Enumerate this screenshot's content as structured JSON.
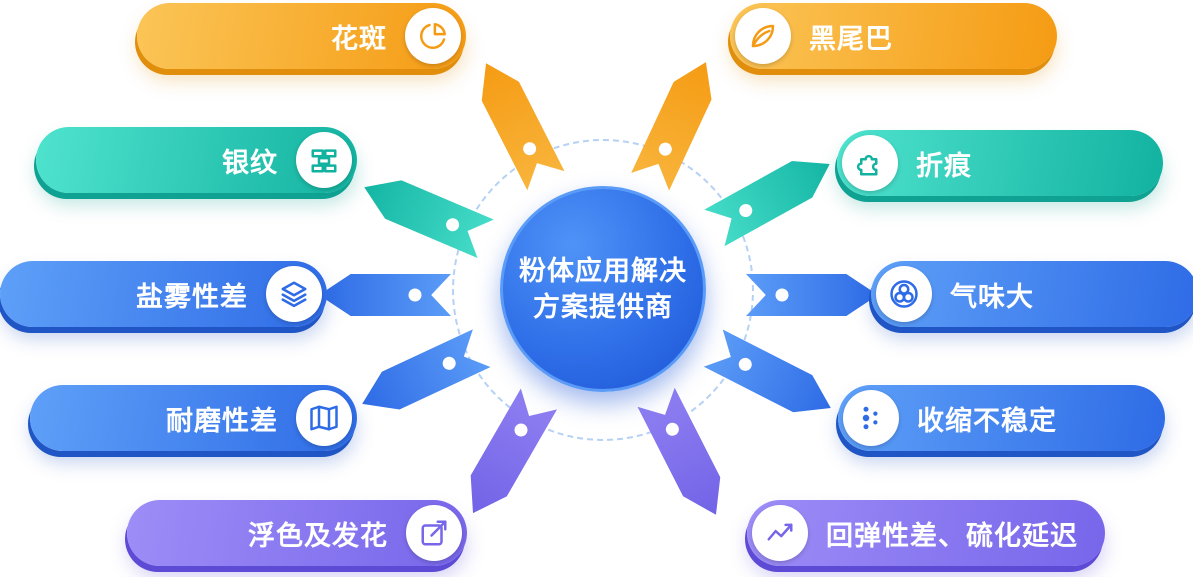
{
  "center": {
    "title_line1": "粉体应用解决",
    "title_line2": "方案提供商"
  },
  "pills": [
    {
      "label": "花斑",
      "icon": "pie-chart-icon",
      "theme": "orange",
      "side": "left"
    },
    {
      "label": "银纹",
      "icon": "brick-wall-icon",
      "theme": "teal",
      "side": "left"
    },
    {
      "label": "盐雾性差",
      "icon": "layers-icon",
      "theme": "blue",
      "side": "left"
    },
    {
      "label": "耐磨性差",
      "icon": "map-icon",
      "theme": "blue",
      "side": "left"
    },
    {
      "label": "浮色及发花",
      "icon": "arrow-up-right-box-icon",
      "theme": "purple",
      "side": "left"
    },
    {
      "label": "黑尾巴",
      "icon": "leaf-icon",
      "theme": "orange",
      "side": "right"
    },
    {
      "label": "折痕",
      "icon": "puzzle-icon",
      "theme": "teal",
      "side": "right"
    },
    {
      "label": "气味大",
      "icon": "circles-icon",
      "theme": "blue",
      "side": "right"
    },
    {
      "label": "收缩不稳定",
      "icon": "dots-flow-icon",
      "theme": "blue",
      "side": "right"
    },
    {
      "label": "回弹性差、硫化延迟",
      "icon": "trend-line-icon",
      "theme": "purple",
      "side": "right"
    }
  ],
  "colors": {
    "orange_light": "#FBC557",
    "orange_dark": "#F59B13",
    "orange_shadow": "#E08E0B",
    "teal_light": "#4FE3CE",
    "teal_dark": "#12B2A0",
    "teal_shadow": "#0FA191",
    "blue_light": "#5EA0F8",
    "blue_dark": "#2E6BE6",
    "blue_shadow": "#1F55C4",
    "purple_light": "#9D8DF7",
    "purple_dark": "#7766EA",
    "purple_shadow": "#5D4BD6",
    "center_light": "#4F93F7",
    "center_dark": "#1D54D4"
  }
}
